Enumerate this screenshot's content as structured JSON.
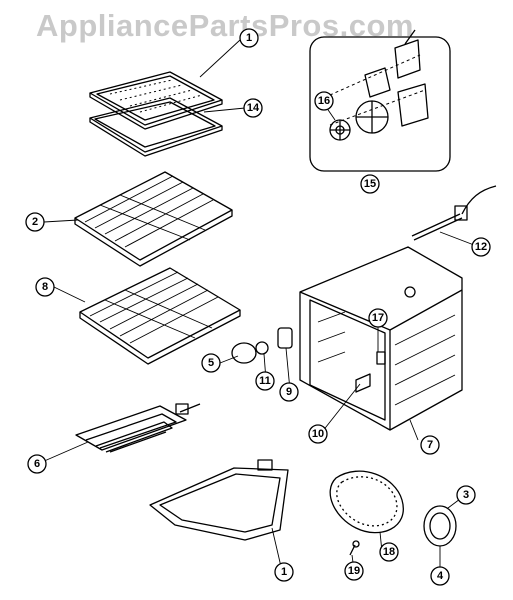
{
  "watermark": "AppliancePartsPros.com",
  "callouts": {
    "c1_top": "1",
    "c14": "14",
    "c16": "16",
    "c15": "15",
    "c12": "12",
    "c2": "2",
    "c8": "8",
    "c17": "17",
    "c5": "5",
    "c11": "11",
    "c9": "9",
    "c10": "10",
    "c7": "7",
    "c6": "6",
    "c3": "3",
    "c4": "4",
    "c18": "18",
    "c19": "19",
    "c1_bottom": "1"
  }
}
